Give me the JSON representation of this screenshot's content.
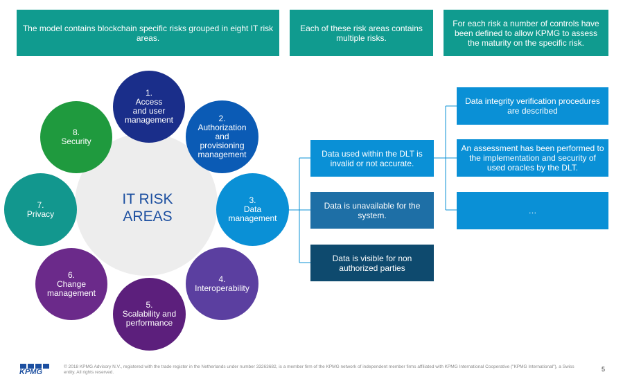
{
  "header": {
    "box1": "The model contains blockchain specific risks grouped in eight IT risk areas.",
    "box2": "Each of these risk areas contains multiple risks.",
    "box3": "For each risk a number of controls have been defined to allow KPMG to assess the maturity on the specific risk."
  },
  "center_label": "IT RISK\nAREAS",
  "areas": [
    {
      "num": "1.",
      "label": "Access\nand user\nmanagement",
      "color": "#1a2e8a"
    },
    {
      "num": "2.",
      "label": "Authorization\nand\nprovisioning\nmanagement",
      "color": "#0b5bb5"
    },
    {
      "num": "3.",
      "label": "Data\nmanagement",
      "color": "#0a90d6"
    },
    {
      "num": "4.",
      "label": "Interoperability",
      "color": "#5b3fa0"
    },
    {
      "num": "5.",
      "label": "Scalability and\nperformance",
      "color": "#5c1f7c"
    },
    {
      "num": "6.",
      "label": "Change\nmanagement",
      "color": "#6b2a8a"
    },
    {
      "num": "7.",
      "label": "Privacy",
      "color": "#12978e"
    },
    {
      "num": "8.",
      "label": "Security",
      "color": "#1f9a3e"
    }
  ],
  "risks": [
    {
      "text": "Data used within the DLT is invalid or not accurate.",
      "color": "#0a90d6"
    },
    {
      "text": "Data is unavailable for the system.",
      "color": "#1e6fa6"
    },
    {
      "text": "Data is visible for non authorized parties",
      "color": "#0e4a6e"
    }
  ],
  "controls": [
    {
      "text": "Data integrity verification procedures are described"
    },
    {
      "text": "An assessment has been performed to the implementation and security of used oracles by the DLT."
    },
    {
      "text": "…"
    }
  ],
  "logo_text": "KPMG",
  "footer_text": "© 2018 KPMG Advisory N.V., registered with the trade register in the Netherlands under number 33263682, is a member firm of the KPMG network of independent member firms affiliated with KPMG International Cooperative (\"KPMG International\"), a Swiss entity. All rights reserved.",
  "page_number": "5"
}
